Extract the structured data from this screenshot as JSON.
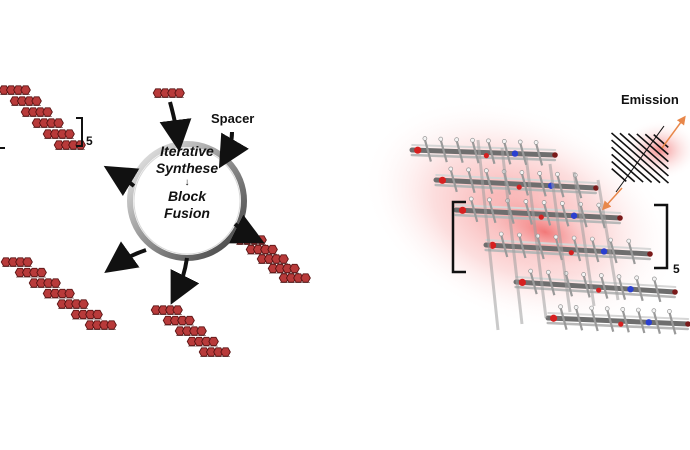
{
  "labels": {
    "spacer": "Spacer",
    "emission": "Emission",
    "repeat_left": "5",
    "repeat_right": "5"
  },
  "cycle": {
    "line1": "Iterative",
    "line2": "Synthese",
    "arrow": "↓",
    "line3": "Block",
    "line4": "Fusion"
  },
  "colors": {
    "ring_red": "#b83a3a",
    "ring_dark": "#5a1414",
    "glow": "#f6a0a0",
    "bond_gray": "#b8b8b8",
    "oxygen_red": "#d62020",
    "nitrogen_blue": "#2a3fd0",
    "emission_orange": "#e8874a"
  }
}
